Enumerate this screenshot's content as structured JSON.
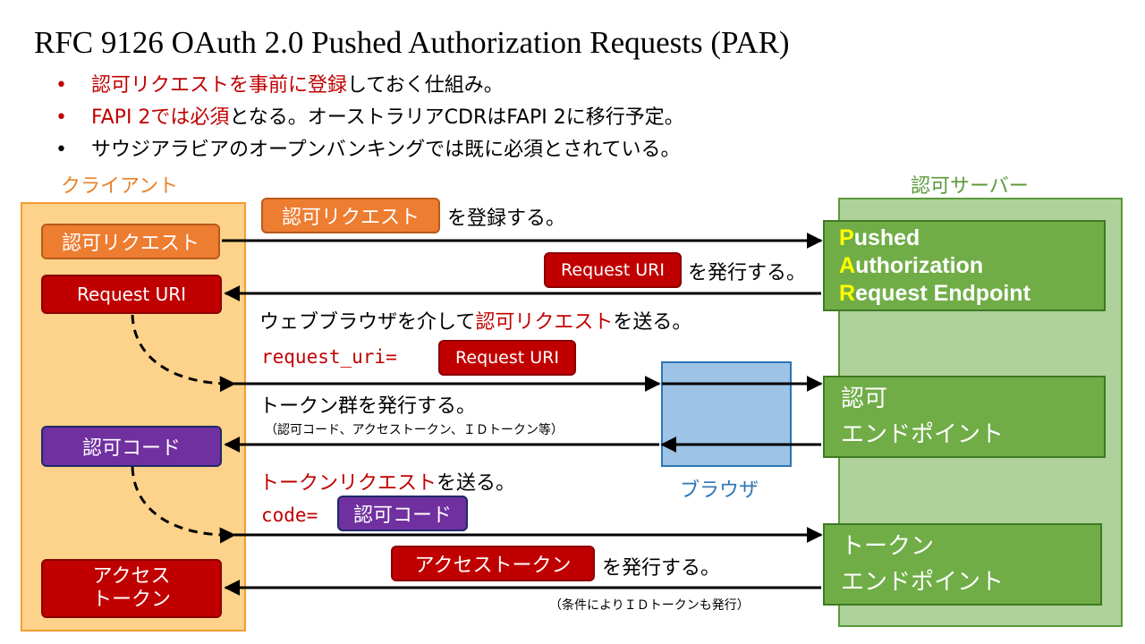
{
  "title": "RFC 9126 OAuth 2.0 Pushed Authorization Requests (PAR)",
  "bullets": [
    {
      "marker": "•",
      "highlight": "認可リクエストを事前に登録",
      "rest": "しておく仕組み。"
    },
    {
      "marker": "•",
      "highlight": "FAPI 2では必須",
      "rest": "となる。オーストラリアCDRはFAPI 2に移行予定。"
    },
    {
      "marker": "•",
      "highlight": "",
      "rest": "サウジアラビアのオープンバンキングでは既に必須とされている。"
    }
  ],
  "client": {
    "label": "クライアント",
    "auth_request": "認可リクエスト",
    "request_uri": "Request URI",
    "auth_code": "認可コード",
    "access_token_line1": "アクセス",
    "access_token_line2": "トークン"
  },
  "server": {
    "label": "認可サーバー",
    "par_endpoint": {
      "line1_initial": "P",
      "line1_rest": "ushed",
      "line2_initial": "A",
      "line2_rest": "uthorization",
      "line3_initial": "R",
      "line3_rest": "equest Endpoint"
    },
    "authz_endpoint_line1": "認可",
    "authz_endpoint_line2": "エンドポイント",
    "token_endpoint_line1": "トークン",
    "token_endpoint_line2": "エンドポイント"
  },
  "browser": {
    "label": "ブラウザ"
  },
  "flow": {
    "register_chip": "認可リクエスト",
    "register_text": "を登録する。",
    "issue_chip": "Request URI",
    "issue_text": "を発行する。",
    "via_browser_pre": "ウェブブラウザを介して",
    "via_browser_highlight": "認可リクエスト",
    "via_browser_post": "を送る。",
    "request_uri_param": "request_uri=",
    "request_uri_chip": "Request URI",
    "tokens_text": "トークン群を発行する。",
    "tokens_note": "（認可コード、アクセストークン、ＩＤトークン等）",
    "token_req_highlight": "トークンリクエスト",
    "token_req_post": "を送る。",
    "code_param": "code=",
    "code_chip": "認可コード",
    "access_chip": "アクセストークン",
    "access_text": "を発行する。",
    "access_note": "（条件によりＩＤトークンも発行）"
  },
  "colors": {
    "orange": "#ed7d31",
    "dark_red": "#c00000",
    "purple": "#7030a0",
    "green": "#70ad47",
    "browser_blue": "#9dc3e6",
    "highlight_yellow": "#ffff00"
  }
}
